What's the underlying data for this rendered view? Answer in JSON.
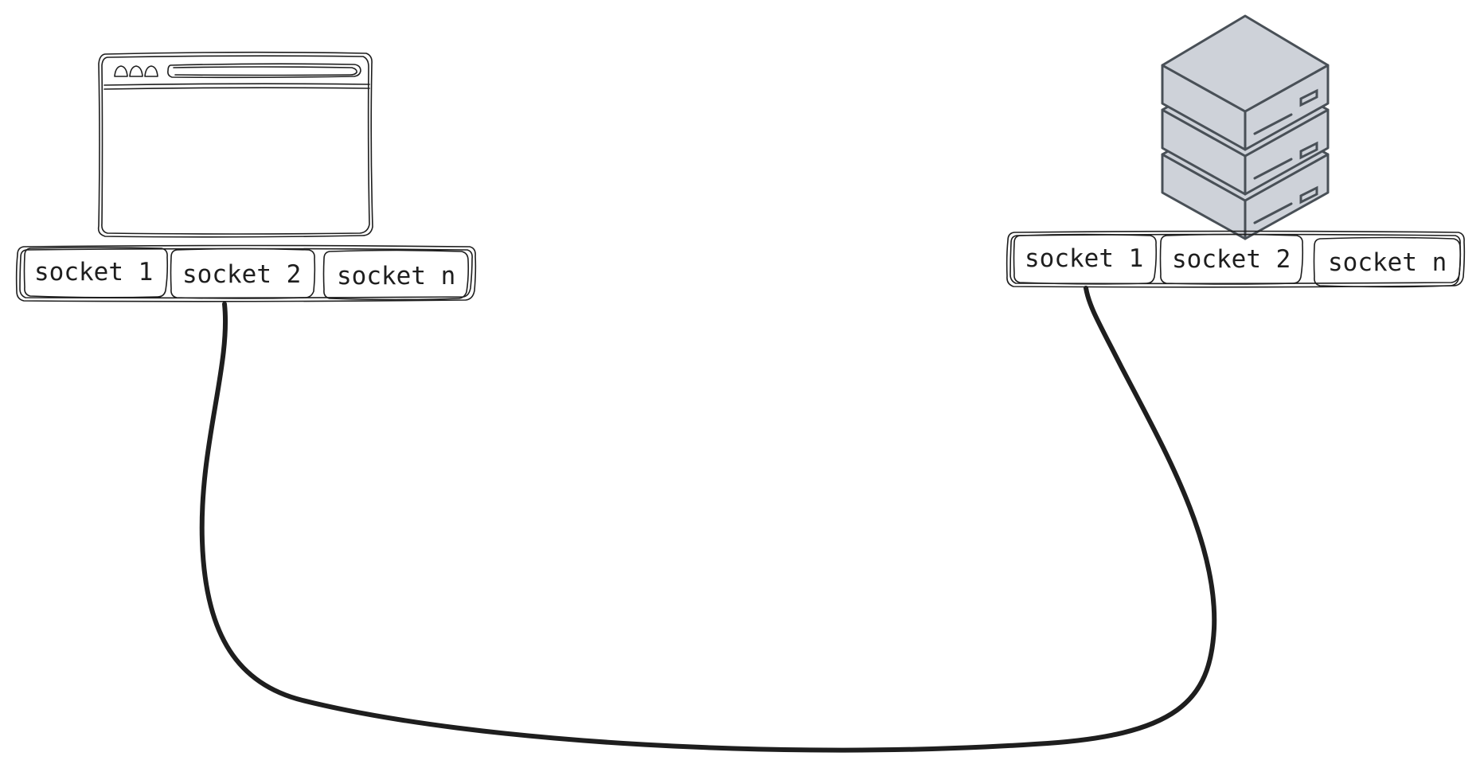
{
  "client_sockets": [
    "socket 1",
    "socket 2",
    "socket n"
  ],
  "server_sockets": [
    "socket 1",
    "socket 2",
    "socket n"
  ],
  "colors": {
    "stroke": "#1e1e1e",
    "server_fill": "#ced2d9",
    "server_stroke": "#495057",
    "background": "#ffffff"
  },
  "icons": {
    "client": "browser-window-icon",
    "server": "server-stack-icon"
  }
}
